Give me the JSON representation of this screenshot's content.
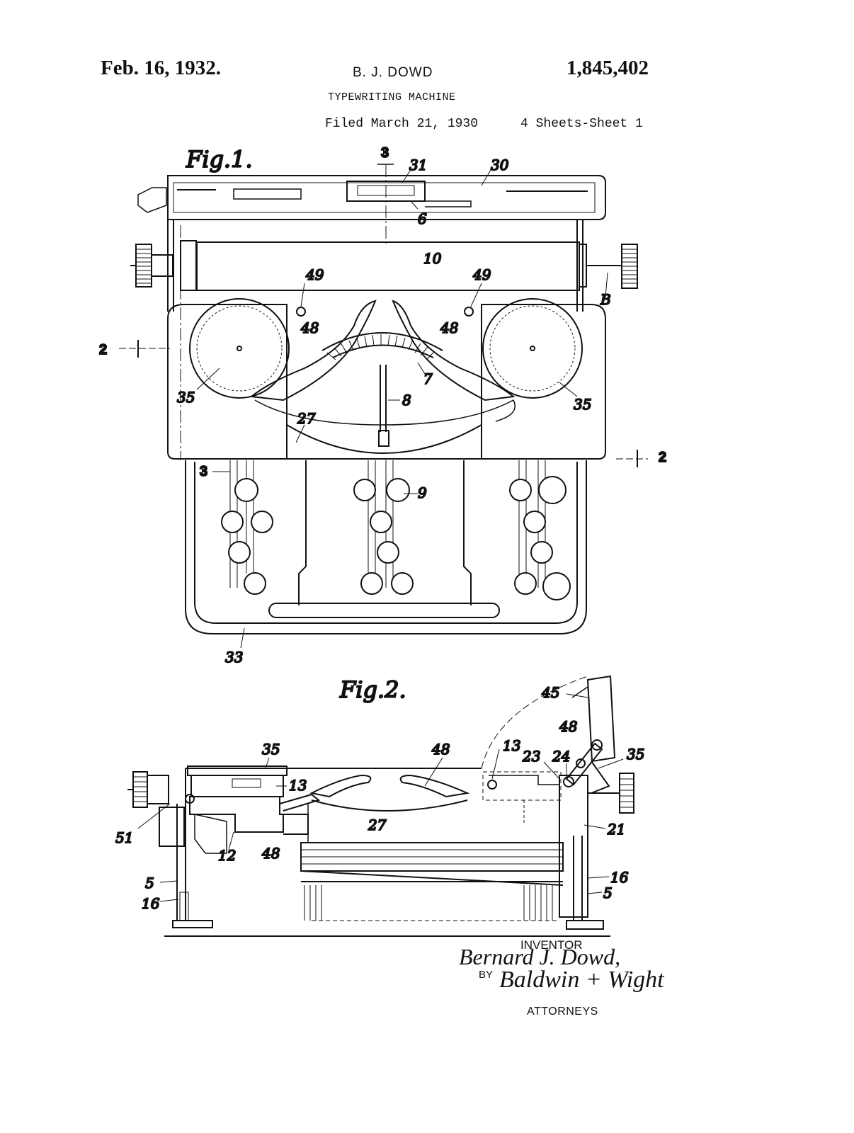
{
  "header": {
    "date": "Feb. 16, 1932.",
    "inventor": "B. J. DOWD",
    "patent_number": "1,845,402",
    "title": "TYPEWRITING MACHINE",
    "filed": "Filed March 21, 1930",
    "sheet": "4 Sheets-Sheet  1"
  },
  "fig1": {
    "caption": "Fig.1.",
    "labels": {
      "l3": "3",
      "l31": "31",
      "l30": "30",
      "l6": "6",
      "l10": "10",
      "l49a": "49",
      "l49b": "49",
      "lB": "B",
      "l48a": "48",
      "l48b": "48",
      "l2a": "2",
      "l7": "7",
      "l35a": "35",
      "l8": "8",
      "l35b": "35",
      "l27": "27",
      "l2b": "2",
      "l3b": "3",
      "l9": "9",
      "l33": "33"
    }
  },
  "fig2": {
    "caption": "Fig.2.",
    "labels": {
      "l45": "45",
      "l48top": "48",
      "l35left": "35",
      "l48mid": "48",
      "l13a": "13",
      "l23": "23",
      "l24": "24",
      "l35right": "35",
      "l13b": "13",
      "l27": "27",
      "l21": "21",
      "l51": "51",
      "l12": "12",
      "l48low": "48",
      "l5a": "5",
      "l16a": "16",
      "l16b": "16",
      "l5b": "5"
    }
  },
  "signature": {
    "inventor_label": "INVENTOR",
    "inventor_name": "Bernard J. Dowd,",
    "by_label": "BY",
    "attorney_signature": "Baldwin + Wight",
    "attorneys_label": "ATTORNEYS"
  }
}
